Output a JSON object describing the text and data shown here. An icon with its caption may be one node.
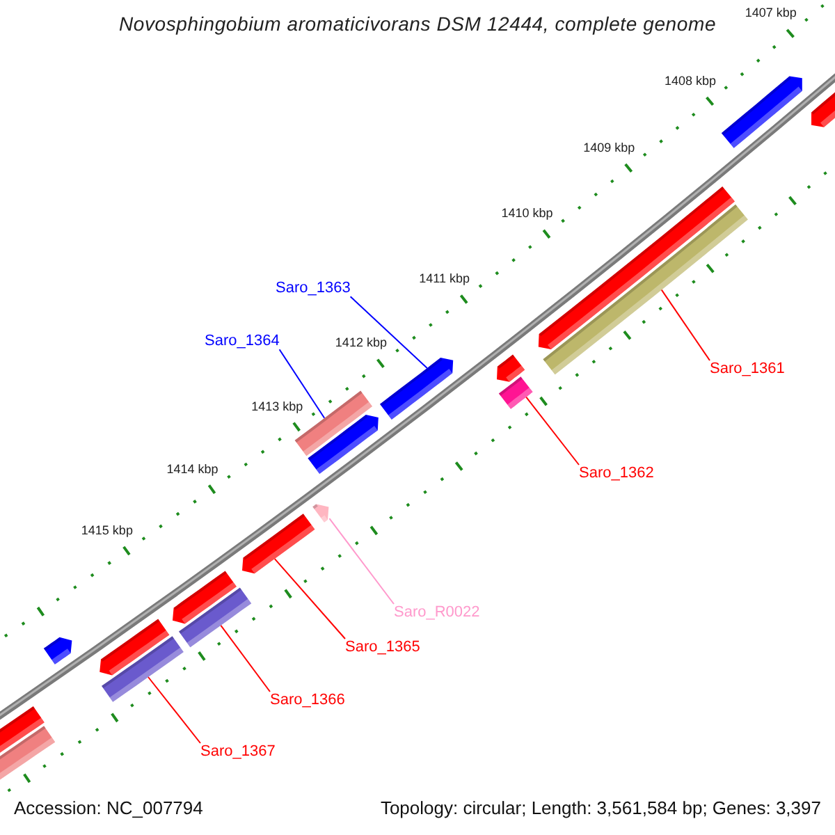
{
  "diagram": {
    "title": "Novosphingobium aromaticivorans DSM 12444, complete genome",
    "nodes": [
      {
        "text": [],
        "shape": "arrow"
      },
      {
        "text": [],
        "shape": "arrow"
      },
      {
        "text": [],
        "shape": "arrow"
      },
      {
        "text": [],
        "shape": "bar"
      },
      {
        "text": [
          "Saro_1363"
        ]
      },
      {
        "text": [
          "Saro_1364"
        ]
      },
      {
        "text": [
          "Saro_1361"
        ]
      },
      {
        "text": [],
        "shape": "arrow"
      },
      {
        "text": [],
        "shape": "arrow"
      },
      {
        "text": [],
        "shape": "bar"
      },
      {
        "text": [],
        "shape": "bar"
      },
      {
        "text": [],
        "shape": "arrow"
      },
      {
        "text": [
          "Saro_1362"
        ]
      },
      {
        "text": [],
        "shape": "arrow"
      },
      {
        "text": [],
        "shape": "arrow"
      },
      {
        "text": [],
        "shape": "arrow"
      },
      {
        "text": [
          "Saro_R0022"
        ]
      },
      {
        "text": [],
        "shape": "bar"
      },
      {
        "text": [],
        "shape": "arrow"
      },
      {
        "text": [],
        "shape": "arrow"
      },
      {
        "text": [
          "Saro_1365"
        ]
      },
      {
        "text": [],
        "shape": "bar"
      },
      {
        "text": [
          "Saro_1366"
        ]
      },
      {
        "text": [],
        "shape": "bar"
      },
      {
        "text": [],
        "shape": "bar"
      },
      {
        "text": [
          "Saro_1367"
        ]
      }
    ],
    "edges": [
      {
        "from": 6,
        "to": 3,
        "arrow": "none"
      },
      {
        "from": 12,
        "to": 9,
        "arrow": "none"
      },
      {
        "from": 4,
        "to": 8,
        "arrow": "none",
        "color": "#0000ff"
      },
      {
        "from": 5,
        "to": 10,
        "arrow": "none",
        "color": "#0000ff"
      },
      {
        "from": 16,
        "to": 13,
        "arrow": "none",
        "color": "#ff99cc"
      },
      {
        "from": 20,
        "to": 14,
        "arrow": "none"
      },
      {
        "from": 22,
        "to": 17,
        "arrow": "none"
      },
      {
        "from": 25,
        "to": 21,
        "arrow": "none"
      }
    ],
    "labels": [
      "1407 kbp",
      "1408 kbp",
      "1409 kbp",
      "1410 kbp",
      "1411 kbp",
      "1412 kbp",
      "1413 kbp",
      "1414 kbp",
      "1415 kbp",
      "Accession: NC_007794",
      "Topology: circular; Length: 3,561,584 bp; Genes: 3,397"
    ]
  }
}
